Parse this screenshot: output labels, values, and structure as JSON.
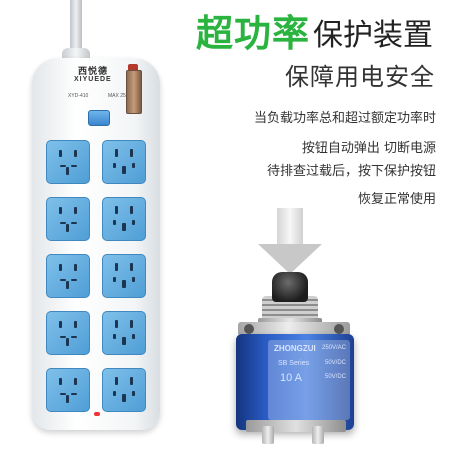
{
  "headline": {
    "highlight": "超功率",
    "rest": "保护装置",
    "subtitle": "保障用电安全",
    "highlight_color": "#2ab43f"
  },
  "description": [
    "当负载功率总和超过额定功率时",
    "按钮自动弹出 切断电源",
    "待排查过载后，按下保护按钮",
    "恢复正常使用"
  ],
  "power_strip": {
    "brand_cn": "西悦德",
    "brand_en": "XIYUEDE",
    "model": "XYD-410",
    "rating": "MAX 2500W",
    "accent_color": "#4f9ed6"
  },
  "breaker": {
    "model_text": "ZHONGZUI",
    "series": "SB Series",
    "current": "10 A",
    "spec_1": "250V/AC",
    "spec_2": "50V/DC",
    "spec_3": "50V/DC",
    "body_color": "#2a5bc4"
  }
}
